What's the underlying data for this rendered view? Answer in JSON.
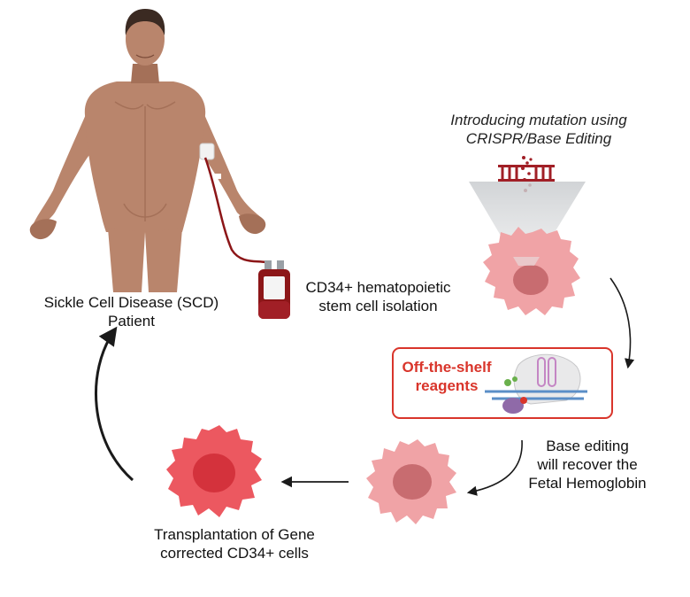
{
  "patient_label": [
    "Sickle Cell Disease (SCD)",
    "Patient"
  ],
  "isolation_label": [
    "CD34+ hematopoietic",
    "stem cell isolation"
  ],
  "crispr_label": [
    "Introducing mutation using",
    "CRISPR/Base Editing"
  ],
  "reagents_label": [
    "Off-the-shelf",
    "reagents"
  ],
  "base_editing_label": [
    "Base editing",
    "will recover the",
    "Fetal Hemoglobin"
  ],
  "transplant_label": [
    "Transplantation of Gene",
    "corrected CD34+ cells"
  ],
  "colors": {
    "skin": "#b9856c",
    "skin_shadow": "#a47058",
    "hair": "#3b2a22",
    "blood": "#8c1618",
    "cell_pink": "#f0a3a6",
    "cell_nucleus": "#c86c70",
    "cell_red": "#ec5860",
    "cell_red_nucleus": "#d4323c",
    "dna_red": "#a11f26",
    "accent_red": "#d9352b",
    "arrow": "#1a1a1a"
  }
}
